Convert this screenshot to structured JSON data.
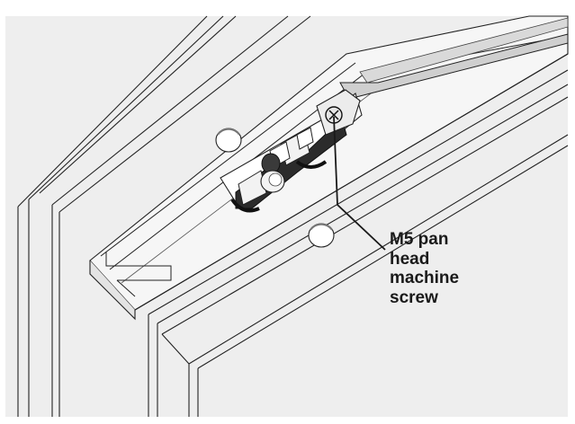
{
  "figure": {
    "description_free": true,
    "background_color": "#eeeeee",
    "line_color": "#1a1a1a",
    "callout": {
      "label_lines": [
        "M5 pan",
        "head",
        "machine",
        "screw"
      ]
    }
  }
}
